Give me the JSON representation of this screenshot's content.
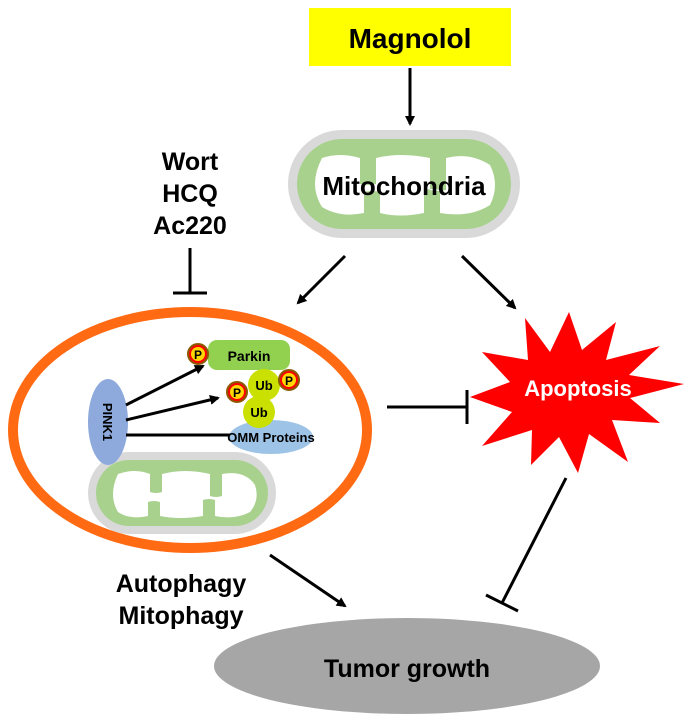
{
  "diagram": {
    "title": "Magnolol",
    "mitochondria_label": "Mitochondria",
    "inhibitors": [
      "Wort",
      "HCQ",
      "Ac220"
    ],
    "pink1_label": "PINK1",
    "parkin_label": "Parkin",
    "ub_label_top": "Ub",
    "ub_label_bottom": "Ub",
    "phospho_label": "P",
    "omm_label": "OMM Proteins",
    "apoptosis_label": "Apoptosis",
    "autophagy_label": "Autophagy",
    "mitophagy_label": "Mitophagy",
    "tumor_label": "Tumor growth"
  },
  "colors": {
    "magnolol_box": "#ffff00",
    "mito_outer": "#d9d9d9",
    "mito_inner": "#a9d18e",
    "autophagosome": "#ff6a13",
    "pink1": "#8ea9db",
    "parkin": "#92d050",
    "ub": "#c9e000",
    "phospho": "#ff0000",
    "omm": "#9dc3e6",
    "apoptosis": "#ff0000",
    "tumor": "#a6a6a6"
  }
}
